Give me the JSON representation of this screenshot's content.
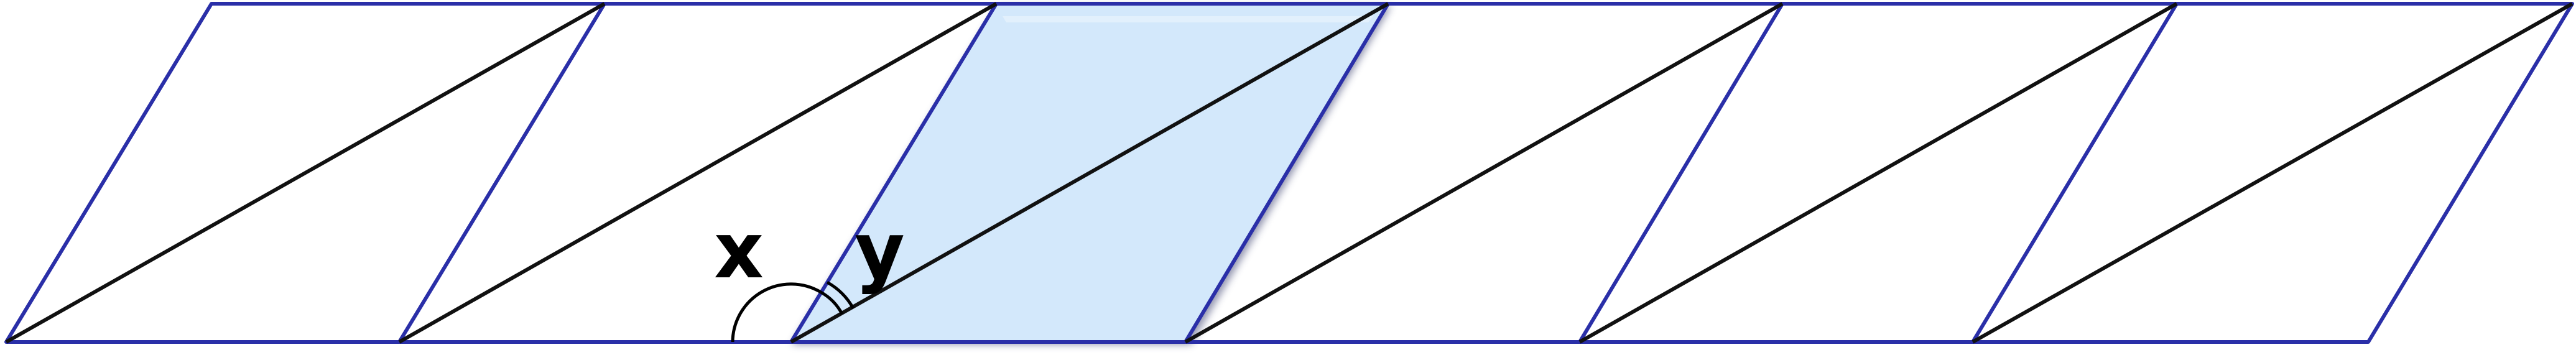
{
  "diagram": {
    "labels": {
      "angle_x": "x",
      "angle_y": "y"
    },
    "colors": {
      "outline": "#2a2fa8",
      "diagonal": "#111111",
      "highlight_fill": "#d3e8fb",
      "highlight_shadow": "#3a3f6e",
      "arc": "#000000",
      "background": "#ffffff"
    },
    "highlighted_parallelogram_index": 2,
    "parallelogram_count": 6
  }
}
